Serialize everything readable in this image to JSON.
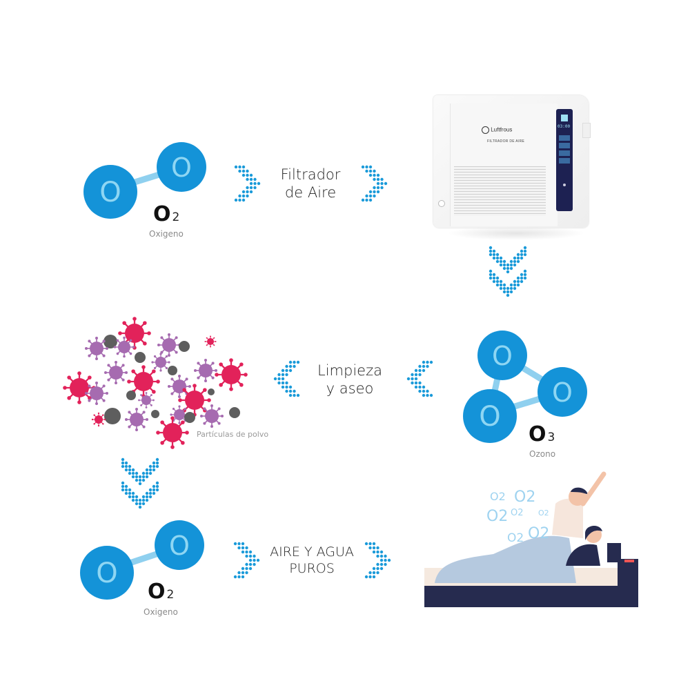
{
  "colors": {
    "molecule": "#1493d8",
    "molecule_letter": "#8ed6f3",
    "bond": "#8fd0ef",
    "dots": "#1a9ad9",
    "virus_red": "#e2225a",
    "virus_purple": "#a66bb0",
    "dust_gray": "#5e5e5e",
    "bed_frame": "#262b4f",
    "blanket": "#b5c9df"
  },
  "step1": {
    "molecule_atom": "O",
    "formula_main": "O",
    "formula_sub": "2",
    "formula_caption": "Oxigeno",
    "arrow_direction": "right",
    "label_line1": "Filtrador",
    "label_line2": "de Aire"
  },
  "device": {
    "brand": "Luftfrous",
    "product_label": "FILTRADOR DE AIRE",
    "display_time": "03:00"
  },
  "step2": {
    "molecule_atom": "O",
    "formula_main": "O",
    "formula_sub": "3",
    "formula_caption": "Ozono",
    "arrow_direction": "left",
    "label_line1": "Limpieza",
    "label_line2": "y aseo",
    "particles_caption": "Partículas de polvo"
  },
  "step3": {
    "molecule_atom": "O",
    "formula_main": "O",
    "formula_sub": "2",
    "formula_caption": "Oxigeno",
    "arrow_direction": "right",
    "label_line1": "AIRE Y AGUA",
    "label_line2": "PUROS",
    "illustration_bubble_text": "O2"
  }
}
